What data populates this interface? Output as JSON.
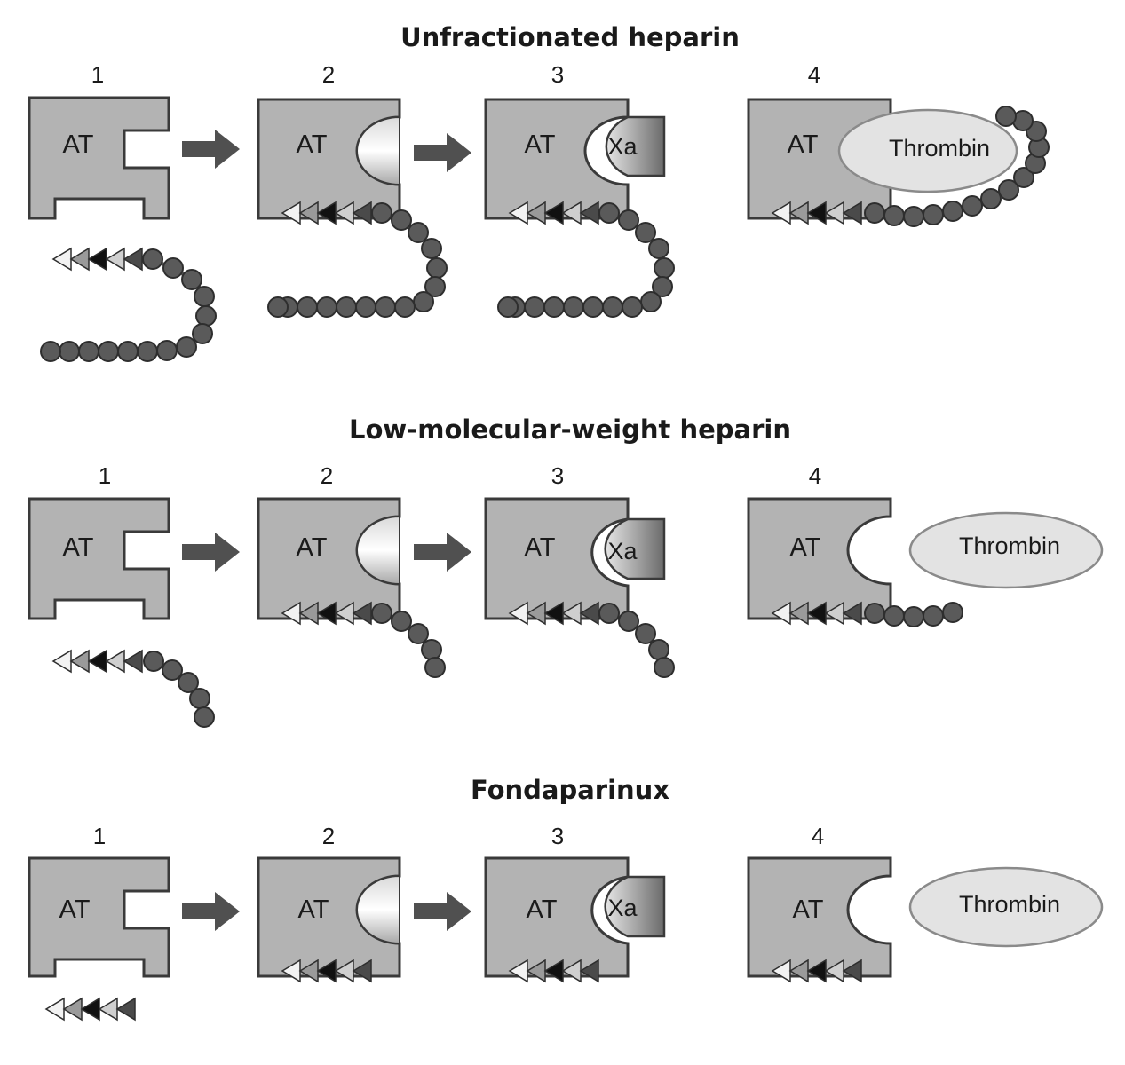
{
  "panels": [
    {
      "title": "Unfractionated heparin",
      "steps": [
        {
          "number": "1",
          "label": "AT"
        },
        {
          "number": "2",
          "label": "AT"
        },
        {
          "number": "3",
          "label": "AT",
          "factor": "Xa"
        },
        {
          "number": "4",
          "label": "AT",
          "enzyme": "Thrombin"
        }
      ]
    },
    {
      "title": "Low-molecular-weight heparin",
      "steps": [
        {
          "number": "1",
          "label": "AT"
        },
        {
          "number": "2",
          "label": "AT"
        },
        {
          "number": "3",
          "label": "AT",
          "factor": "Xa"
        },
        {
          "number": "4",
          "label": "AT",
          "enzyme": "Thrombin"
        }
      ]
    },
    {
      "title": "Fondaparinux",
      "steps": [
        {
          "number": "1",
          "label": "AT"
        },
        {
          "number": "2",
          "label": "AT"
        },
        {
          "number": "3",
          "label": "AT",
          "factor": "Xa"
        },
        {
          "number": "4",
          "label": "AT",
          "enzyme": "Thrombin"
        }
      ]
    }
  ],
  "colors": {
    "antithrombin": "#b3b3b3",
    "outline": "#3a3a3a",
    "heparin_bead": "#5a5a5a",
    "thrombin": "#e3e3e3",
    "pentasaccharide": [
      "#f2f2f2",
      "#9a9a9a",
      "#111111",
      "#cfcfcf",
      "#4a4a4a"
    ]
  }
}
